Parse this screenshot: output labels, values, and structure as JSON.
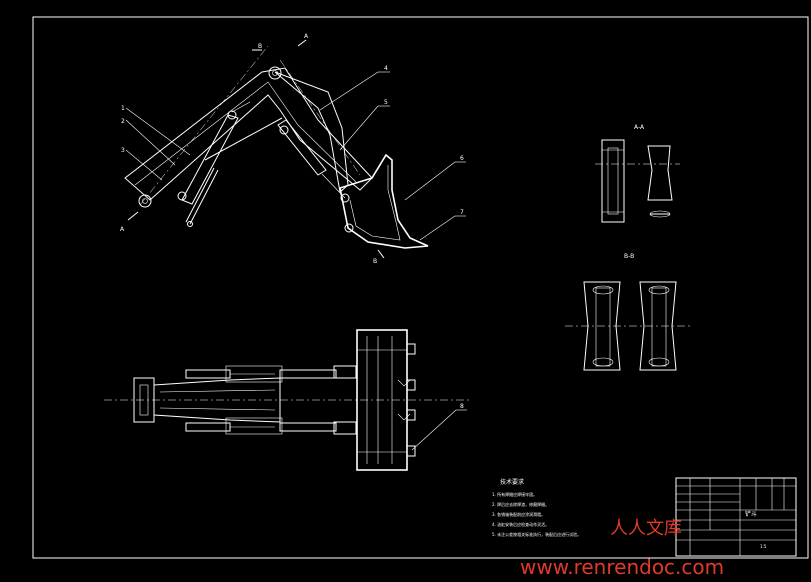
{
  "drawing": {
    "background": "#000000",
    "line_color": "#ffffff",
    "watermark_color": "#e03a2a"
  },
  "labels": {
    "view_a_arrow": "A",
    "view_b_arrow": "B",
    "section_aa": "A-A",
    "section_bb": "B-B",
    "balloon_1": "1",
    "balloon_2": "2",
    "balloon_3": "3",
    "balloon_4": "4",
    "balloon_5": "5",
    "balloon_6": "6",
    "balloon_7": "7",
    "balloon_8": "8"
  },
  "notes": {
    "title": "技术要求",
    "lines": [
      "1. 所有焊缝应焊接牢固。",
      "2. 焊后应去除焊渣，修磨焊缝。",
      "3. 各销轴装配前应涂润滑脂。",
      "4. 油缸安装后应检查动作灵活。",
      "5. 未注公差按相关标准执行，装配后应进行试验。"
    ]
  },
  "title_block": {
    "drawing_name": "铲斗",
    "scale": "1:5"
  },
  "watermark": {
    "brand": "人人文库",
    "url": "www.renrendoc.com"
  }
}
